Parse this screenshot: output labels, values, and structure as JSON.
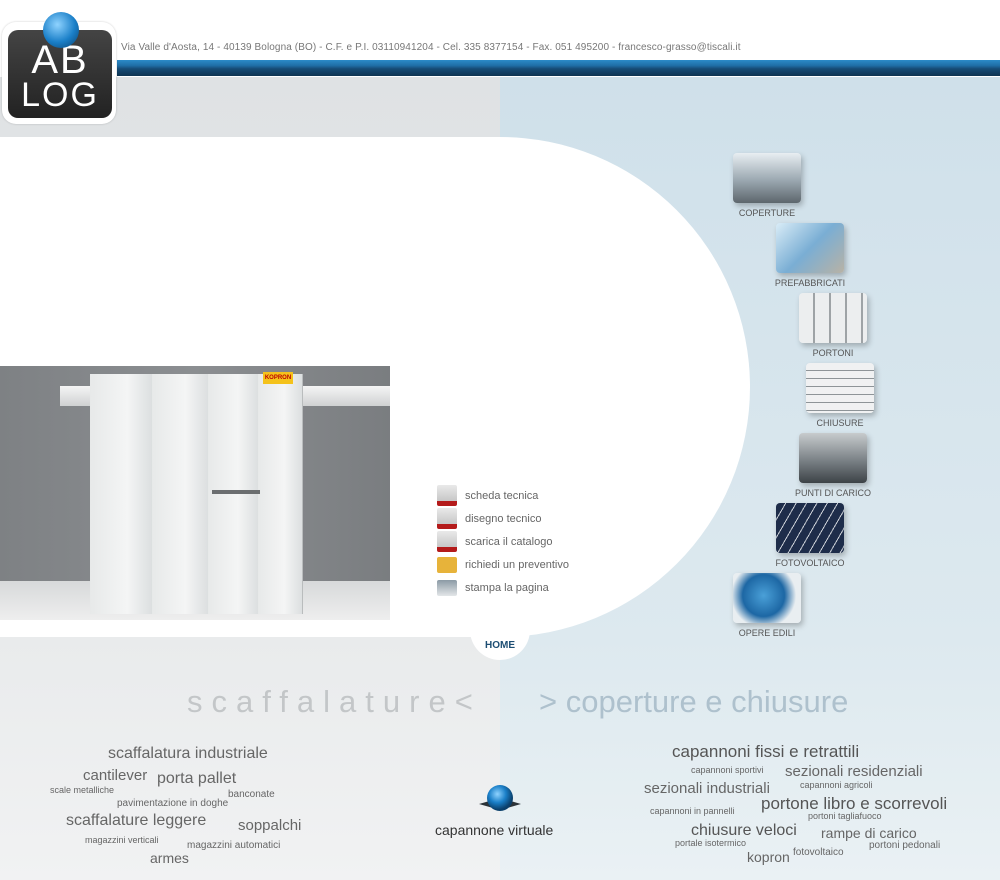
{
  "logo": {
    "line1": "AB",
    "line2": "LOG"
  },
  "header": {
    "contact": "Via Valle d'Aosta, 14 - 40139 Bologna (BO) - C.F. e P.I. 03110941204 - Cel. 335 8377154 - Fax. 051 495200 - francesco-grasso@tiscali.it"
  },
  "product_image": {
    "brand_sign": "KOPRON"
  },
  "actions": [
    {
      "label": "scheda tecnica",
      "icon": "doc-icon"
    },
    {
      "label": "disegno tecnico",
      "icon": "drawing-icon"
    },
    {
      "label": "scarica il catalogo",
      "icon": "download-icon"
    },
    {
      "label": "richiedi un preventivo",
      "icon": "check-icon"
    },
    {
      "label": "stampa la pagina",
      "icon": "print-icon"
    }
  ],
  "nav": [
    {
      "label": "COPERTURE"
    },
    {
      "label": "PREFABBRICATI"
    },
    {
      "label": "PORTONI"
    },
    {
      "label": "CHIUSURE"
    },
    {
      "label": "PUNTI DI CARICO"
    },
    {
      "label": "FOTOVOLTAICO"
    },
    {
      "label": "OPERE EDILI"
    }
  ],
  "home": "HOME",
  "sections": {
    "left_title": "scaffalature<",
    "right_title": "> coperture e chiusure"
  },
  "left_tags": [
    "scaffalatura industriale",
    "cantilever",
    "porta pallet",
    "scale metalliche",
    "banconate",
    "pavimentazione in doghe",
    "scaffalature leggere",
    "soppalchi",
    "magazzini verticali",
    "magazzini automatici",
    "armes"
  ],
  "right_tags": [
    "capannoni fissi e retrattili",
    "capannoni sportivi",
    "sezionali residenziali",
    "capannoni agricoli",
    "sezionali industriali",
    "capannoni in pannelli",
    "portone libro e scorrevoli",
    "portoni tagliafuoco",
    "chiusure veloci",
    "rampe di carico",
    "portale isotermico",
    "portoni pedonali",
    "kopron",
    "fotovoltaico"
  ],
  "capannone_virtuale": "capannone virtuale"
}
